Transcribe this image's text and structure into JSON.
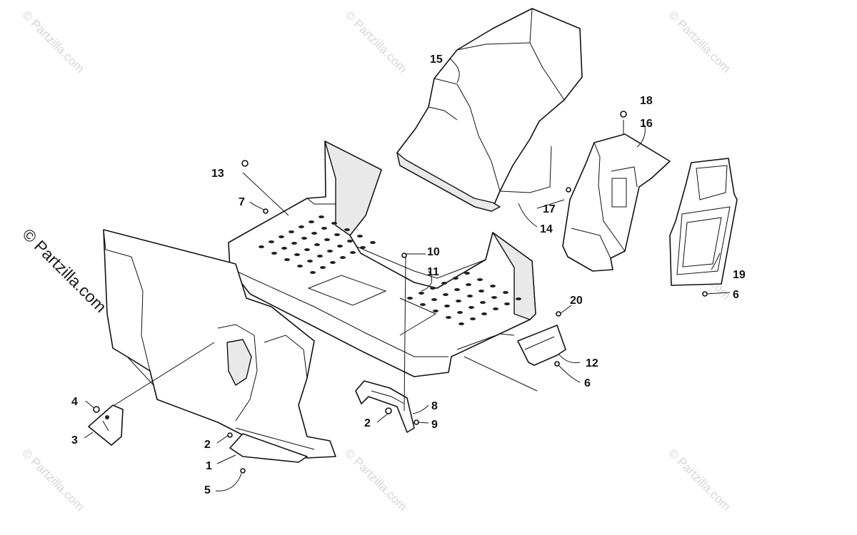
{
  "watermarks": {
    "main": "© Partzilla.com",
    "faint": "© Partzilla.com"
  },
  "callouts": [
    {
      "id": "c1",
      "label": "1"
    },
    {
      "id": "c2a",
      "label": "2"
    },
    {
      "id": "c2b",
      "label": "2"
    },
    {
      "id": "c3",
      "label": "3"
    },
    {
      "id": "c4",
      "label": "4"
    },
    {
      "id": "c5",
      "label": "5"
    },
    {
      "id": "c6a",
      "label": "6"
    },
    {
      "id": "c6b",
      "label": "6"
    },
    {
      "id": "c7",
      "label": "7"
    },
    {
      "id": "c8",
      "label": "8"
    },
    {
      "id": "c9",
      "label": "9"
    },
    {
      "id": "c10",
      "label": "10"
    },
    {
      "id": "c11",
      "label": "11"
    },
    {
      "id": "c12",
      "label": "12"
    },
    {
      "id": "c13",
      "label": "13"
    },
    {
      "id": "c14",
      "label": "14"
    },
    {
      "id": "c15",
      "label": "15"
    },
    {
      "id": "c16",
      "label": "16"
    },
    {
      "id": "c17",
      "label": "17"
    },
    {
      "id": "c18",
      "label": "18"
    },
    {
      "id": "c19",
      "label": "19"
    },
    {
      "id": "c20",
      "label": "20"
    }
  ]
}
